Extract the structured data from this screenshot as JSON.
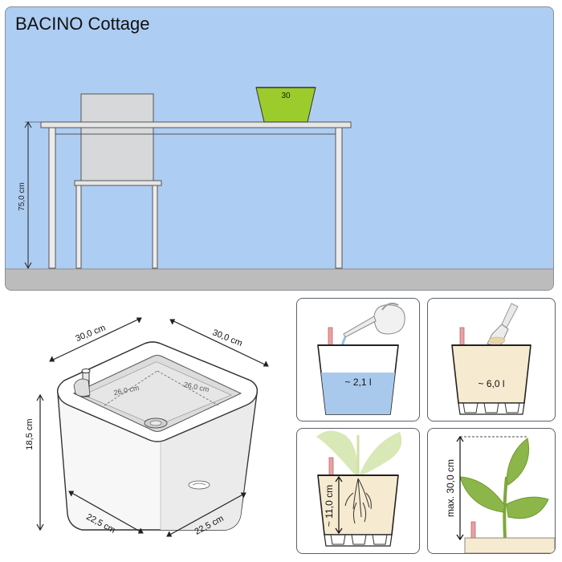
{
  "title": "BACINO Cottage",
  "scene": {
    "height_label": "75,0 cm",
    "pot_label": "30",
    "colors": {
      "sky": "#aecdf3",
      "floor": "#bcbcbc",
      "pot": "#9ccc2c",
      "furniture": "#e6e6e6"
    }
  },
  "product": {
    "top_width_left": "30,0 cm",
    "top_width_right": "30,0 cm",
    "inner_left": "26,0 cm",
    "inner_right": "26,0 cm",
    "height": "18,5 cm",
    "bottom_left": "22,5 cm",
    "bottom_right": "22,5 cm"
  },
  "steps": {
    "water": {
      "label": "~ 2,1 l"
    },
    "substrate": {
      "label": "~ 6,0 l"
    },
    "roots": {
      "label": "~ 11,0 cm"
    },
    "plant": {
      "label": "max. 30,0 cm"
    }
  }
}
